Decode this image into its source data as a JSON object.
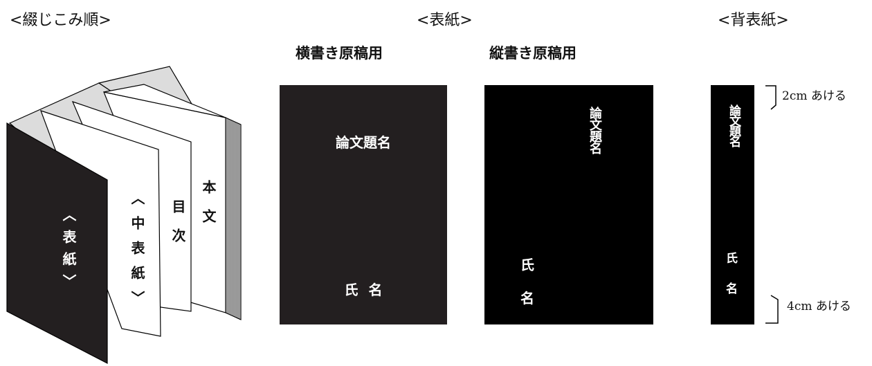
{
  "headings": {
    "binding_order": "<綴じこみ順>",
    "cover": "<表紙>",
    "spine": "<背表紙>"
  },
  "cover_section": {
    "horizontal_label": "横書き原稿用",
    "vertical_label": "縦書き原稿用",
    "horizontal_cover": {
      "title": "論文題名",
      "name": "氏 名"
    },
    "vertical_cover": {
      "title": "論文題名",
      "name_1": "氏",
      "name_2": "名"
    }
  },
  "binding": {
    "front_cover": "︿表紙﹀",
    "inner_cover": "︿中表紙﹀",
    "toc": "目次",
    "body": "本文"
  },
  "spine_section": {
    "title": "論文題名",
    "name_1": "氏",
    "name_2": "名",
    "top_note": "2cm あける",
    "bottom_note": "4cm あける"
  },
  "colors": {
    "cover_fill": "#000000",
    "back_page_fill": "#dcdcdc",
    "line": "#000000"
  }
}
